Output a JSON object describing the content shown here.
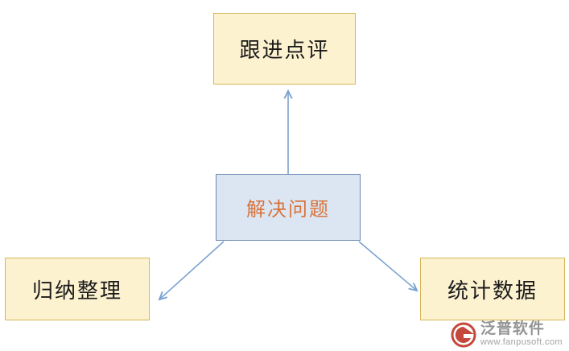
{
  "diagram": {
    "type": "flow",
    "background": "#ffffff",
    "nodes": [
      {
        "id": "follow-up",
        "label": "跟进点评",
        "fill": "#fdf2d0",
        "border": "#d6b656",
        "text_color": "#1a1a1a"
      },
      {
        "id": "solve",
        "label": "解决问题",
        "fill": "#dbe6f2",
        "border": "#6a87b0",
        "text_color": "#d9733a"
      },
      {
        "id": "summarize",
        "label": "归纳整理",
        "fill": "#fdf2d0",
        "border": "#d6b656",
        "text_color": "#1a1a1a"
      },
      {
        "id": "statistics",
        "label": "统计数据",
        "fill": "#fdf2d0",
        "border": "#d6b656",
        "text_color": "#1a1a1a"
      }
    ],
    "edges": [
      {
        "from": "solve",
        "to": "follow-up",
        "color": "#7ba2d0"
      },
      {
        "from": "solve",
        "to": "summarize",
        "color": "#7ba2d0"
      },
      {
        "from": "solve",
        "to": "statistics",
        "color": "#7ba2d0"
      }
    ]
  },
  "watermark": {
    "title": "泛普软件",
    "url": "www.fanpusoft.com",
    "logo_color": "#c0392b",
    "text_color": "#8c8c8c"
  }
}
